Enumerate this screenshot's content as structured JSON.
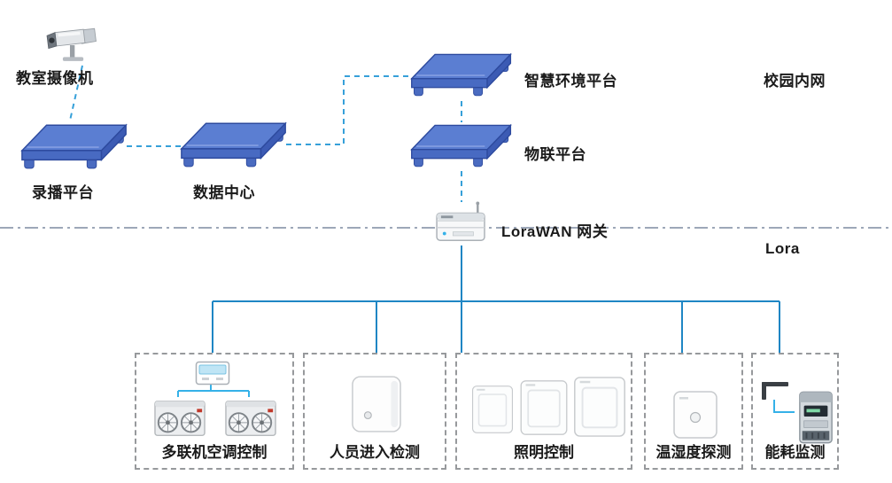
{
  "colors": {
    "platform_blue": "#5b7ed2",
    "platform_edge": "#2d4a9e",
    "dashed_line_blue": "#36a0d9",
    "solid_line_blue": "#1f86c4",
    "device_link_blue": "#35b1e8",
    "lora_boundary_gray": "#7d8aa0",
    "box_dash_gray": "#97999c",
    "text_color": "#1a1a1a"
  },
  "network": {
    "camera_label": "教室摄像机",
    "recording_label": "录播平台",
    "datacenter_label": "数据中心",
    "smart_env_label": "智慧环境平台",
    "iot_label": "物联平台",
    "gateway_label": "LoraWAN 网关",
    "intranet_label": "校园内网",
    "lora_label": "Lora"
  },
  "device_groups": [
    {
      "label": "多联机空调控制"
    },
    {
      "label": "人员进入检测"
    },
    {
      "label": "照明控制"
    },
    {
      "label": "温湿度探测"
    },
    {
      "label": "能耗监测"
    }
  ]
}
